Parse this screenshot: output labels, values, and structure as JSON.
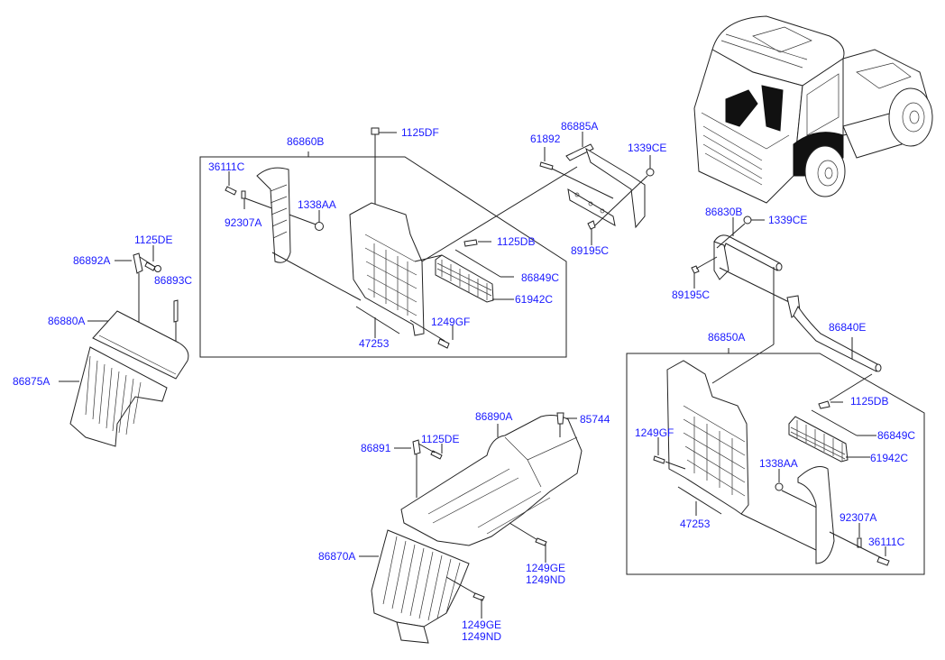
{
  "diagram": {
    "title": "Mudguard / Fender Parts Diagram",
    "label_color": "#1a1aff",
    "line_color": "#222222",
    "groups": {
      "left_mudguard": {
        "labels": [
          "1125DE",
          "86892A",
          "86893C",
          "86880A",
          "86875A"
        ]
      },
      "upper_center_box": {
        "box_label": "86860B",
        "labels": [
          "1125DF",
          "36111C",
          "92307A",
          "1338AA",
          "1125DB",
          "86849C",
          "61942C",
          "1249GF",
          "47253"
        ]
      },
      "upper_bracket": {
        "labels": [
          "61892",
          "86885A",
          "1339CE",
          "89195C"
        ]
      },
      "right_bracket": {
        "labels": [
          "86830B",
          "1339CE",
          "89195C",
          "86840E"
        ]
      },
      "right_box": {
        "box_label": "86850A",
        "labels": [
          "1125DB",
          "1249GF",
          "86849C",
          "61942C",
          "1338AA",
          "47253",
          "92307A",
          "36111C"
        ]
      },
      "bottom_fender": {
        "labels": [
          "86890A",
          "85744",
          "1125DE",
          "86891",
          "86870A",
          "1249GE",
          "1249ND",
          "1249GE",
          "1249ND"
        ]
      }
    },
    "vehicle_icon": "truck-tractor-illustration"
  },
  "labels": {
    "l_1125DE_a": "1125DE",
    "l_86892A": "86892A",
    "l_86893C": "86893C",
    "l_86880A": "86880A",
    "l_86875A": "86875A",
    "l_86860B": "86860B",
    "l_1125DF": "1125DF",
    "l_36111C_a": "36111C",
    "l_92307A_a": "92307A",
    "l_1338AA_a": "1338AA",
    "l_1125DB_a": "1125DB",
    "l_86849C_a": "86849C",
    "l_61942C_a": "61942C",
    "l_1249GF_a": "1249GF",
    "l_47253_a": "47253",
    "l_61892": "61892",
    "l_86885A": "86885A",
    "l_1339CE_a": "1339CE",
    "l_89195C_a": "89195C",
    "l_86830B": "86830B",
    "l_1339CE_b": "1339CE",
    "l_89195C_b": "89195C",
    "l_86840E": "86840E",
    "l_86850A": "86850A",
    "l_1125DB_b": "1125DB",
    "l_1249GF_b": "1249GF",
    "l_86849C_b": "86849C",
    "l_61942C_b": "61942C",
    "l_1338AA_b": "1338AA",
    "l_47253_b": "47253",
    "l_92307A_b": "92307A",
    "l_36111C_b": "36111C",
    "l_86890A": "86890A",
    "l_85744": "85744",
    "l_1125DE_b": "1125DE",
    "l_86891": "86891",
    "l_86870A": "86870A",
    "l_1249GE_a": "1249GE",
    "l_1249ND_a": "1249ND",
    "l_1249GE_b": "1249GE",
    "l_1249ND_b": "1249ND"
  }
}
